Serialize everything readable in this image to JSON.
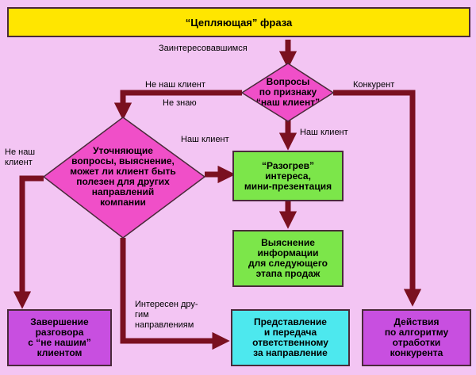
{
  "nodes": {
    "hook_phrase": "“Цепляющая” фраза",
    "questions_client": "Вопросы\nпо признаку\n“наш клиент”",
    "warm_up": "“Разогрев”\nинтереса,\nмини-презентация",
    "clarify": "Уточняющие\nвопросы, выяснение,\nможет ли клиент быть\nполезен для других\nнаправлений\nкомпании",
    "info_next_stage": "Выяснение\nинформации\nдля следующего\nэтапа продаж",
    "end_conversation": "Завершение\nразговора\nс “не нашим”\nклиентом",
    "handover": "Представление\nи передача\nответственному\nза направление",
    "competitor_actions": "Действия\nпо алгоритму\nотработки\nконкурента"
  },
  "edge_labels": {
    "interested": "Заинтересовавшимся",
    "not_our_client": "Не наш клиент",
    "dont_know": "Не знаю",
    "competitor": "Конкурент",
    "our_client_1": "Наш клиент",
    "our_client_2": "Наш клиент",
    "not_our_client_2": "Не наш\nклиент",
    "interesting_other": "Интересен дру-\nгим\nнаправлениям"
  },
  "colors": {
    "background": "#f3c5f3",
    "arrow": "#7a1020",
    "yellow_box": "#ffe600",
    "diamond": "#f04fc8",
    "green_box": "#7ce64a",
    "cyan_box": "#4de8ee",
    "violet_box": "#c84fe0"
  }
}
